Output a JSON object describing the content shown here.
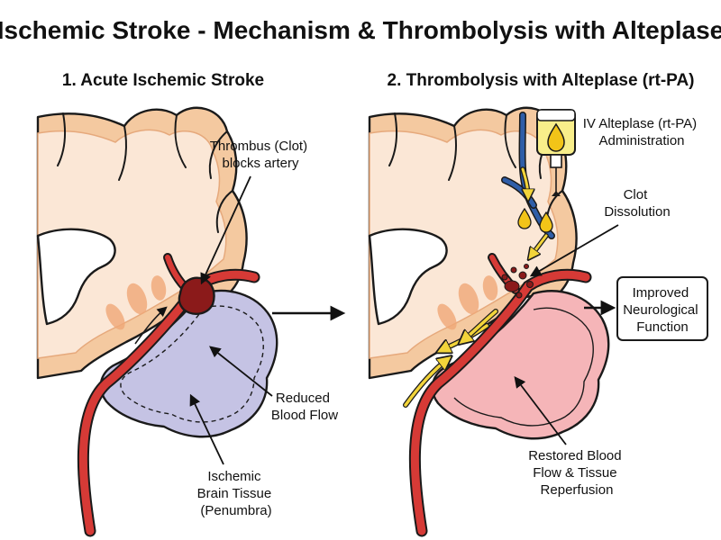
{
  "title": "Ischemic Stroke - Mechanism & Thrombolysis with Alteplase",
  "panels": [
    {
      "heading": "1. Acute Ischemic Stroke",
      "labels": {
        "thrombus": [
          "Thrombus (Clot)",
          "blocks artery"
        ],
        "reduced_flow": [
          "Reduced",
          "Blood Flow"
        ],
        "ischemic_tissue": [
          "Ischemic",
          "Brain Tissue",
          "(Penumbra)"
        ]
      }
    },
    {
      "heading": "2. Thrombolysis with Alteplase (rt-PA)",
      "labels": {
        "iv_admin": [
          "IV Alteplase (rt-PA)",
          "Administration"
        ],
        "clot_dissolution": [
          "Clot",
          "Dissolution"
        ],
        "restored_flow": [
          "Restored Blood",
          "Flow & Tissue",
          "Reperfusion"
        ]
      }
    }
  ],
  "outcome_box": [
    "Improved",
    "Neurological",
    "Function"
  ],
  "colors": {
    "cortex": "#f4c9a0",
    "white_matter": "#fbe7d6",
    "artery": "#d63a36",
    "clot": "#8b1a1a",
    "ischemic": "#c5c3e4",
    "reperfused": "#f5b5b8",
    "iv_line": "#2f5ea8",
    "drug": "#f2c418",
    "flow_arrow": "#f2d43a"
  }
}
